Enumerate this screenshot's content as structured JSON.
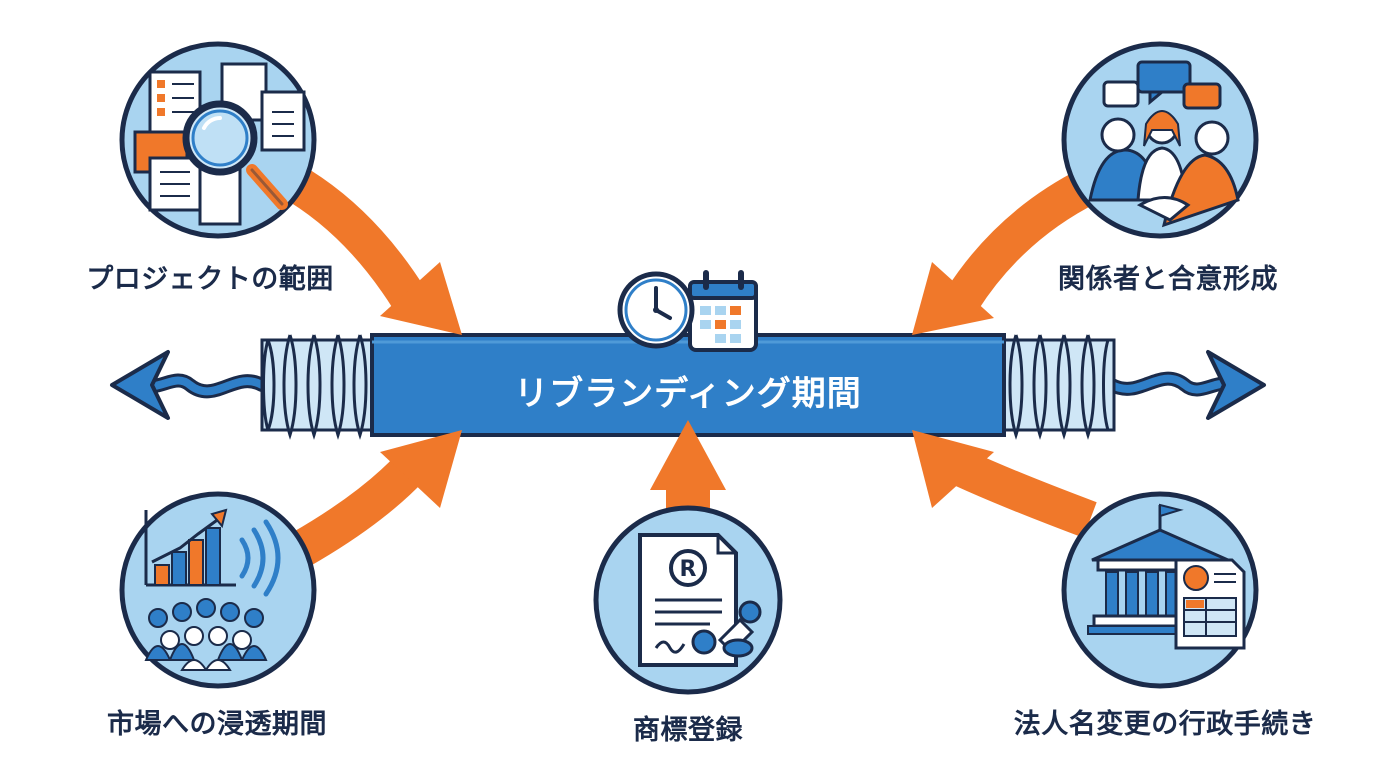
{
  "center": {
    "title": "リブランディング期間"
  },
  "nodes": {
    "project_scope": {
      "label": "プロジェクトの範囲",
      "icon": "document-magnifier-icon"
    },
    "stakeholder": {
      "label": "関係者と合意形成",
      "icon": "handshake-people-icon"
    },
    "market": {
      "label": "市場への浸透期間",
      "icon": "growth-chart-audience-icon"
    },
    "trademark": {
      "label": "商標登録",
      "icon": "trademark-certificate-icon"
    },
    "legal": {
      "label": "法人名変更の行政手続き",
      "icon": "government-building-icon"
    }
  },
  "colors": {
    "blue": "#2f7fc8",
    "dark_navy": "#1b2b4a",
    "light_blue": "#a9d4f0",
    "orange": "#f0782a"
  }
}
